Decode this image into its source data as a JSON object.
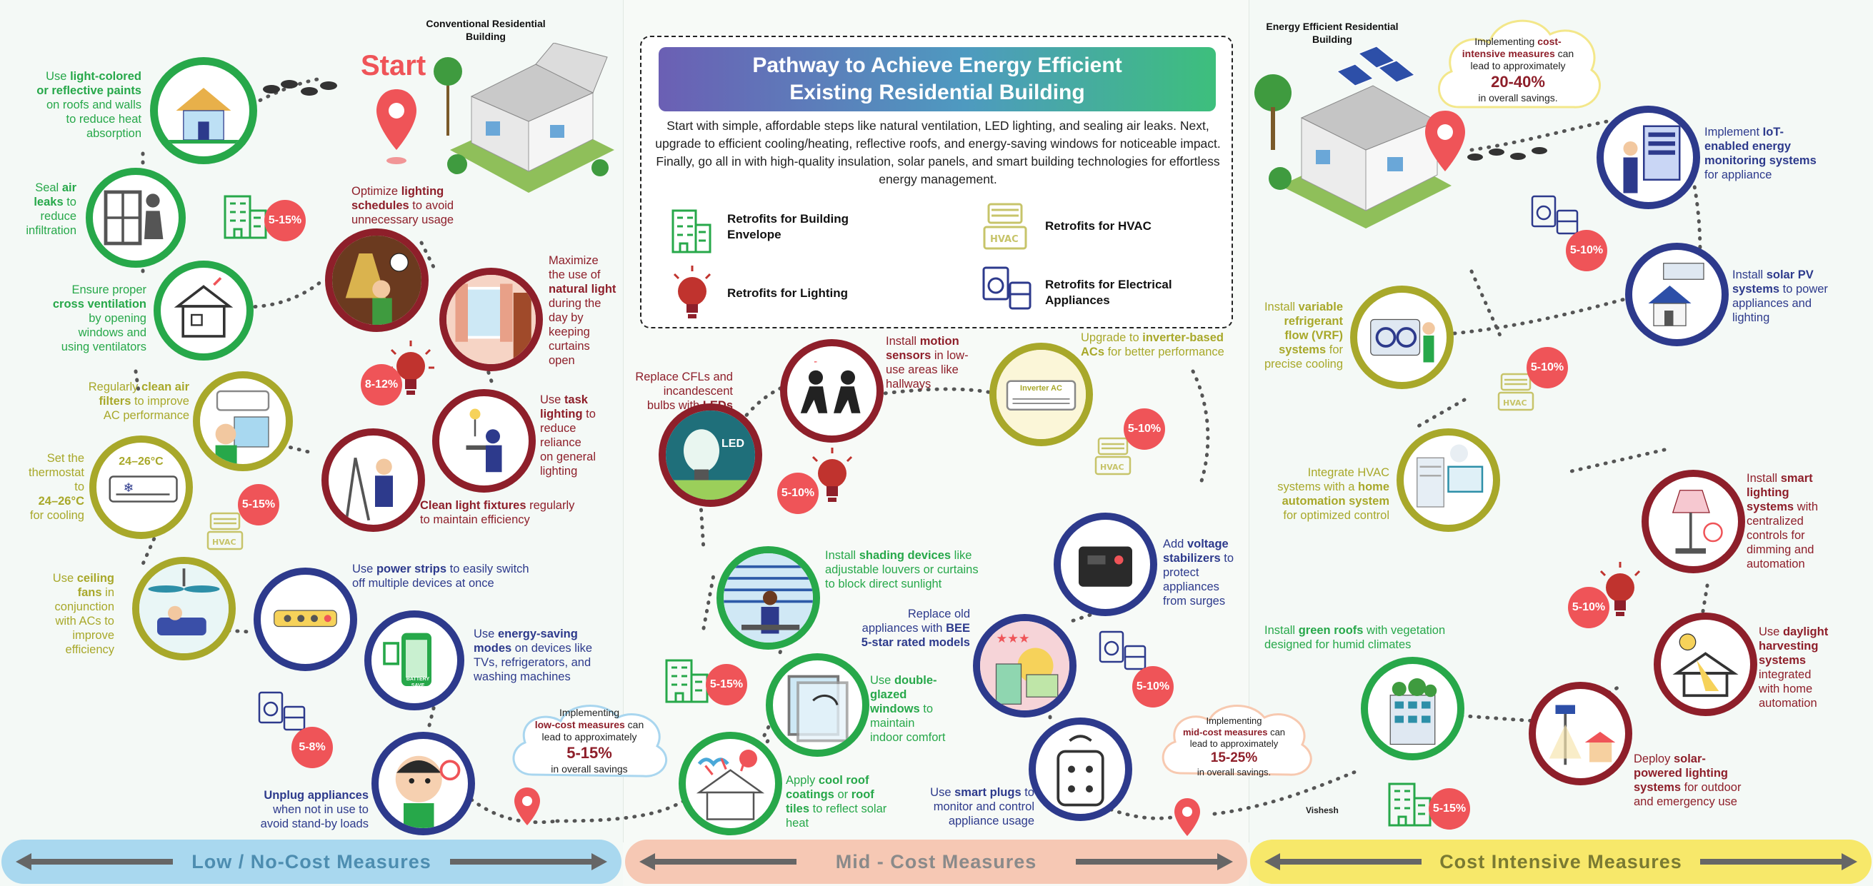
{
  "colors": {
    "green": "#27a84a",
    "navy": "#2d3a8c",
    "red": "#8e1f2a",
    "olive": "#a8a82a",
    "badge": "#ef5458"
  },
  "header": {
    "title_line1": "Pathway to Achieve Energy Efficient",
    "title_line2": "Existing Residential Building",
    "intro": "Start with simple, affordable steps like natural ventilation, LED lighting, and sealing air leaks. Next, upgrade to efficient cooling/heating, reflective roofs, and energy-saving windows for noticeable impact. Finally, go all in with high-quality insulation, solar panels, and smart building technologies for effortless energy management."
  },
  "legend": [
    {
      "label_1": "Retrofits for Building",
      "label_2": "Envelope",
      "icon": "building-icon"
    },
    {
      "label_1": "Retrofits for HVAC",
      "label_2": "",
      "icon": "hvac-icon"
    },
    {
      "label_1": "Retrofits for Lighting",
      "label_2": "",
      "icon": "bulb-icon"
    },
    {
      "label_1": "Retrofits for Electrical",
      "label_2": "Appliances",
      "icon": "appliance-icon"
    }
  ],
  "captions": {
    "conventional_1": "Conventional Residential",
    "conventional_2": "Building",
    "efficient_1": "Energy Efficient Residential",
    "efficient_2": "Building",
    "start": "Start",
    "author": "Vishesh"
  },
  "badges": {
    "low_envelope": "5-15%",
    "low_lighting": "8-12%",
    "low_hvac": "5-15%",
    "low_appliance": "5-8%",
    "mid_lighting": "5-10%",
    "mid_hvac": "5-10%",
    "mid_envelope": "5-15%",
    "mid_appliance": "5-10%",
    "high_appliance": "5-10%",
    "high_hvac": "5-10%",
    "high_lighting": "5-10%",
    "high_envelope": "5-15%"
  },
  "clouds": {
    "low": {
      "l1": "Implementing",
      "bold": "low-cost measures",
      "l2": " can",
      "l3": "lead to approximately",
      "pct": "5-15%",
      "l4": "in overall savings"
    },
    "mid": {
      "l1": "Implementing",
      "bold": "mid-cost measures",
      "l2": " can",
      "l3": "lead to approximately",
      "pct": "15-25%",
      "l4": "in overall savings."
    },
    "high": {
      "l1": "Implementing",
      "bold": "cost-",
      "bold2": "intensive measures",
      "l2": " can",
      "l3": "lead to approximately",
      "pct": "20-40%",
      "l4": "in overall savings."
    }
  },
  "bars": {
    "low": "Low / No-Cost Measures",
    "mid": "Mid - Cost Measures",
    "high": "Cost Intensive Measures"
  },
  "steps": {
    "paint": {
      "a": "Use ",
      "b": "light-colored",
      "c": "or reflective paints",
      "d": "on roofs and walls",
      "e": "to reduce heat",
      "f": "absorption"
    },
    "seal": {
      "a": "Seal ",
      "b": "air",
      "c": "leaks",
      "d": " to",
      "e": "reduce",
      "f": "infiltration"
    },
    "vent": {
      "a": "Ensure proper",
      "b": "cross ventilation",
      "c": "by opening",
      "d": "windows and",
      "e": "using ventilators"
    },
    "schedule": {
      "a": "Optimize ",
      "b": "lighting",
      "c": "schedules",
      "d": " to avoid",
      "e": "unnecessary usage"
    },
    "daylight": {
      "a": "Maximize",
      "b": "the use of",
      "c": "natural light",
      "d": "during the",
      "e": "day by",
      "f": "keeping",
      "g": "curtains",
      "h": "open"
    },
    "filters": {
      "a": "Regularly ",
      "b": "clean air",
      "c": "filters",
      "d": " to improve",
      "e": "AC performance"
    },
    "thermostat": {
      "a": "Set the",
      "b": "thermostat",
      "c": "to",
      "d": "24–26°C",
      "e": "for cooling",
      "screen": "24–26°C"
    },
    "task": {
      "a": "Use ",
      "b": "task",
      "c": "lighting",
      "d": " to",
      "e": "reduce",
      "f": "reliance",
      "g": "on general",
      "h": "lighting"
    },
    "fixtures": {
      "a": "Clean light fixtures",
      "b": " regularly",
      "c": "to maintain efficiency"
    },
    "fans": {
      "a": "Use ",
      "b": "ceiling",
      "c": "fans",
      "d": " in",
      "e": "conjunction",
      "f": "with ACs to",
      "g": "improve",
      "h": "efficiency"
    },
    "strips": {
      "a": "Use ",
      "b": "power strips",
      "c": " to easily switch",
      "d": "off multiple devices at once"
    },
    "modes": {
      "a": "Use ",
      "b": "energy-saving",
      "c": "modes",
      "d": " on devices like",
      "e": "TVs, refrigerators, and",
      "f": "washing machines",
      "battery": "BATTERY SAVE"
    },
    "unplug": {
      "a": "Unplug appliances",
      "b": "when not in use to",
      "c": "avoid stand-by loads"
    },
    "led": {
      "a": "Replace CFLs and",
      "b": "incandescent",
      "c": "bulbs with ",
      "d": "LEDs",
      "tag": "LED"
    },
    "motion": {
      "a": "Install ",
      "b": "motion",
      "c": "sensors",
      "d": " in low-",
      "e": "use areas like",
      "f": "hallways"
    },
    "inverter": {
      "a": "Upgrade to ",
      "b": "inverter-based",
      "c": "ACs",
      "d": " for better performance",
      "tag": "Inverter AC"
    },
    "shading": {
      "a": "Install ",
      "b": "shading devices",
      "c": " like",
      "d": "adjustable louvers or curtains",
      "e": "to block direct sunlight"
    },
    "stabilizer": {
      "a": "Add ",
      "b": "voltage",
      "c": "stabilizers",
      "d": " to",
      "e": "protect",
      "f": "appliances",
      "g": "from surges"
    },
    "bee": {
      "a": "Replace old",
      "b": "appliances with ",
      "c": "BEE",
      "d": "5-star rated models"
    },
    "glazing": {
      "a": "Use ",
      "b": "double-",
      "c": "glazed",
      "d": "windows",
      "e": " to",
      "f": "maintain",
      "g": "indoor comfort"
    },
    "coolroof": {
      "a": "Apply ",
      "b": "cool roof",
      "c": "coatings",
      "d": " or ",
      "e": "roof",
      "f": "tiles",
      "g": " to reflect solar",
      "h": "heat"
    },
    "plugs": {
      "a": "Use ",
      "b": "smart plugs",
      "c": " to",
      "d": "monitor and control",
      "e": "appliance usage"
    },
    "iot": {
      "a": "Implement ",
      "b": "IoT-",
      "c": "enabled energy",
      "d": "monitoring systems",
      "e": "for appliance"
    },
    "solarpv": {
      "a": "Install ",
      "b": "solar PV",
      "c": "systems",
      "d": " to power",
      "e": "appliances and",
      "f": "lighting"
    },
    "vrf": {
      "a": "Install ",
      "b": "variable",
      "c": "refrigerant",
      "d": "flow (VRF)",
      "e": "systems",
      "f": " for",
      "g": "precise cooling"
    },
    "automation": {
      "a": "Integrate HVAC",
      "b": "systems with a ",
      "c": "home",
      "d": "automation system",
      "e": "for optimized control"
    },
    "smartlight": {
      "a": "Install ",
      "b": "smart",
      "c": "lighting",
      "d": "systems",
      "e": " with",
      "f": "centralized",
      "g": "controls for",
      "h": "dimming and",
      "i": "automation"
    },
    "harvest": {
      "a": "Use ",
      "b": "daylight",
      "c": "harvesting",
      "d": "systems",
      "e": "integrated",
      "f": "with home",
      "g": "automation"
    },
    "greenroof": {
      "a": "Install ",
      "b": "green roofs",
      "c": " with vegetation",
      "d": "designed for humid climates"
    },
    "solarlight": {
      "a": "Deploy ",
      "b": "solar-",
      "c": "powered lighting",
      "d": "systems",
      "e": " for outdoor",
      "f": "and emergency use"
    }
  }
}
